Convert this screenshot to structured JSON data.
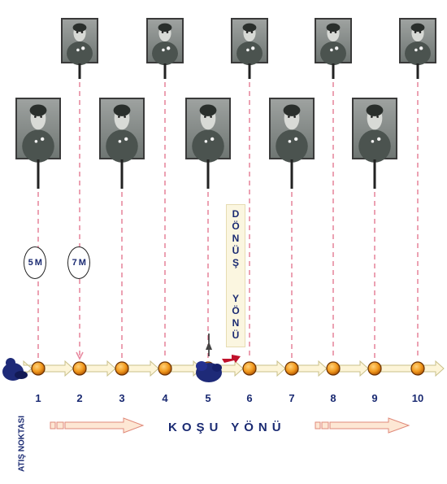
{
  "stations": [
    "1",
    "2",
    "3",
    "4",
    "5",
    "6",
    "7",
    "8",
    "9",
    "10"
  ],
  "distance_markers": [
    "5 M",
    "7 M"
  ],
  "turn_label": {
    "top": [
      "D",
      "Ö",
      "N",
      "Ü",
      "Ş"
    ],
    "bottom": [
      "Y",
      "Ö",
      "N",
      "Ü"
    ]
  },
  "shooting_point_label": "ATIŞ NOKTASI",
  "running_direction_label": "KOŞU YÖNÜ",
  "colors": {
    "text": "#1a2a72",
    "dashed_line": "#e88aa0",
    "ball_fill": "#f6a021",
    "ball_stroke": "#7a3a00",
    "arrow_fill": "#fde7d4",
    "arrow_stroke": "#e08a7a"
  }
}
